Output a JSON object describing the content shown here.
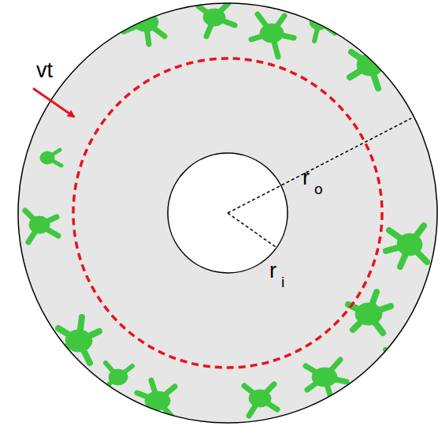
{
  "diagram": {
    "labels": [
      "vt",
      "r",
      "o",
      "r",
      "i"
    ]
  }
}
